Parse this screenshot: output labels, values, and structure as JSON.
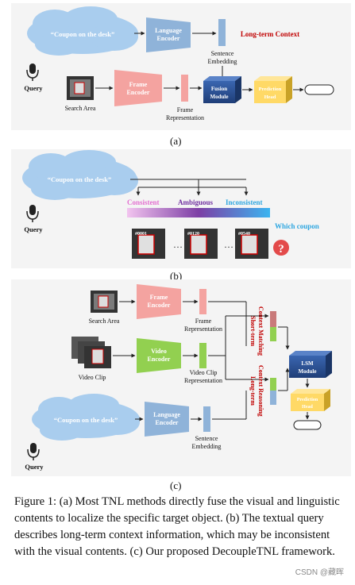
{
  "panel_a": {
    "cloud_text": "“Coupon on the desk”",
    "language_encoder": [
      "Language",
      "Encoder"
    ],
    "sentence_embedding": [
      "Sentence",
      "Embedding"
    ],
    "long_term_context": "Long-term Context",
    "query": "Query",
    "search_area": "Search Area",
    "frame_encoder": [
      "Frame",
      "Encoder"
    ],
    "frame_representation": [
      "Frame",
      "Representation"
    ],
    "fusion_module": [
      "Fusion",
      "Module"
    ],
    "prediction_head": [
      "Prediction",
      "Head"
    ],
    "label": "(a)"
  },
  "panel_b": {
    "cloud_text": "“Coupon on the desk”",
    "consistent": "Consistent",
    "ambiguous": "Ambiguous",
    "inconsistent": "Inconsistent",
    "which_coupon": "Which coupon",
    "query": "Query",
    "frame_ids": [
      "#0001",
      "#0120",
      "#0540"
    ],
    "ellipsis": "…",
    "label": "(b)"
  },
  "panel_c": {
    "search_area": "Search Area",
    "frame_encoder": [
      "Frame",
      "Encoder"
    ],
    "frame_representation": [
      "Frame",
      "Representation"
    ],
    "video_clip": "Video Clip",
    "video_encoder": [
      "Video",
      "Encoder"
    ],
    "video_clip_representation": [
      "Video Clip",
      "Representation"
    ],
    "cloud_text": "“Coupon on the desk”",
    "language_encoder": [
      "Language",
      "Encoder"
    ],
    "sentence_embedding": [
      "Sentence",
      "Embedding"
    ],
    "query": "Query",
    "short_term": "Short-term",
    "context_matching": "Context Matching",
    "long_term": "Long-term",
    "context_reasoning": "Context Reasoning",
    "lsm_module": [
      "LSM",
      "Module"
    ],
    "prediction_head": [
      "Prediction",
      "Head"
    ],
    "label": "(c)"
  },
  "caption": "Figure 1: (a) Most TNL methods directly fuse the visual and linguistic contents to localize the specific target object. (b) The textual query describes long-term context information, which may be inconsistent with the visual contents. (c) Our proposed DecoupleTNL framework.",
  "watermark": "CSDN @藏晖",
  "colors": {
    "cloud": "#a9cdee",
    "language_encoder": "#8fb3d9",
    "frame_encoder": "#f4a3a0",
    "video_encoder": "#92d050",
    "fusion_module": "#2f5597",
    "prediction_head": "#ffd966",
    "long_term_red": "#c00000",
    "consistent": "#e36fd0",
    "ambiguous": "#7030a0",
    "inconsistent": "#2ea6e0"
  },
  "icons": [
    "microphone-icon",
    "search-image-icon",
    "video-clip-icon",
    "question-mark-icon"
  ]
}
